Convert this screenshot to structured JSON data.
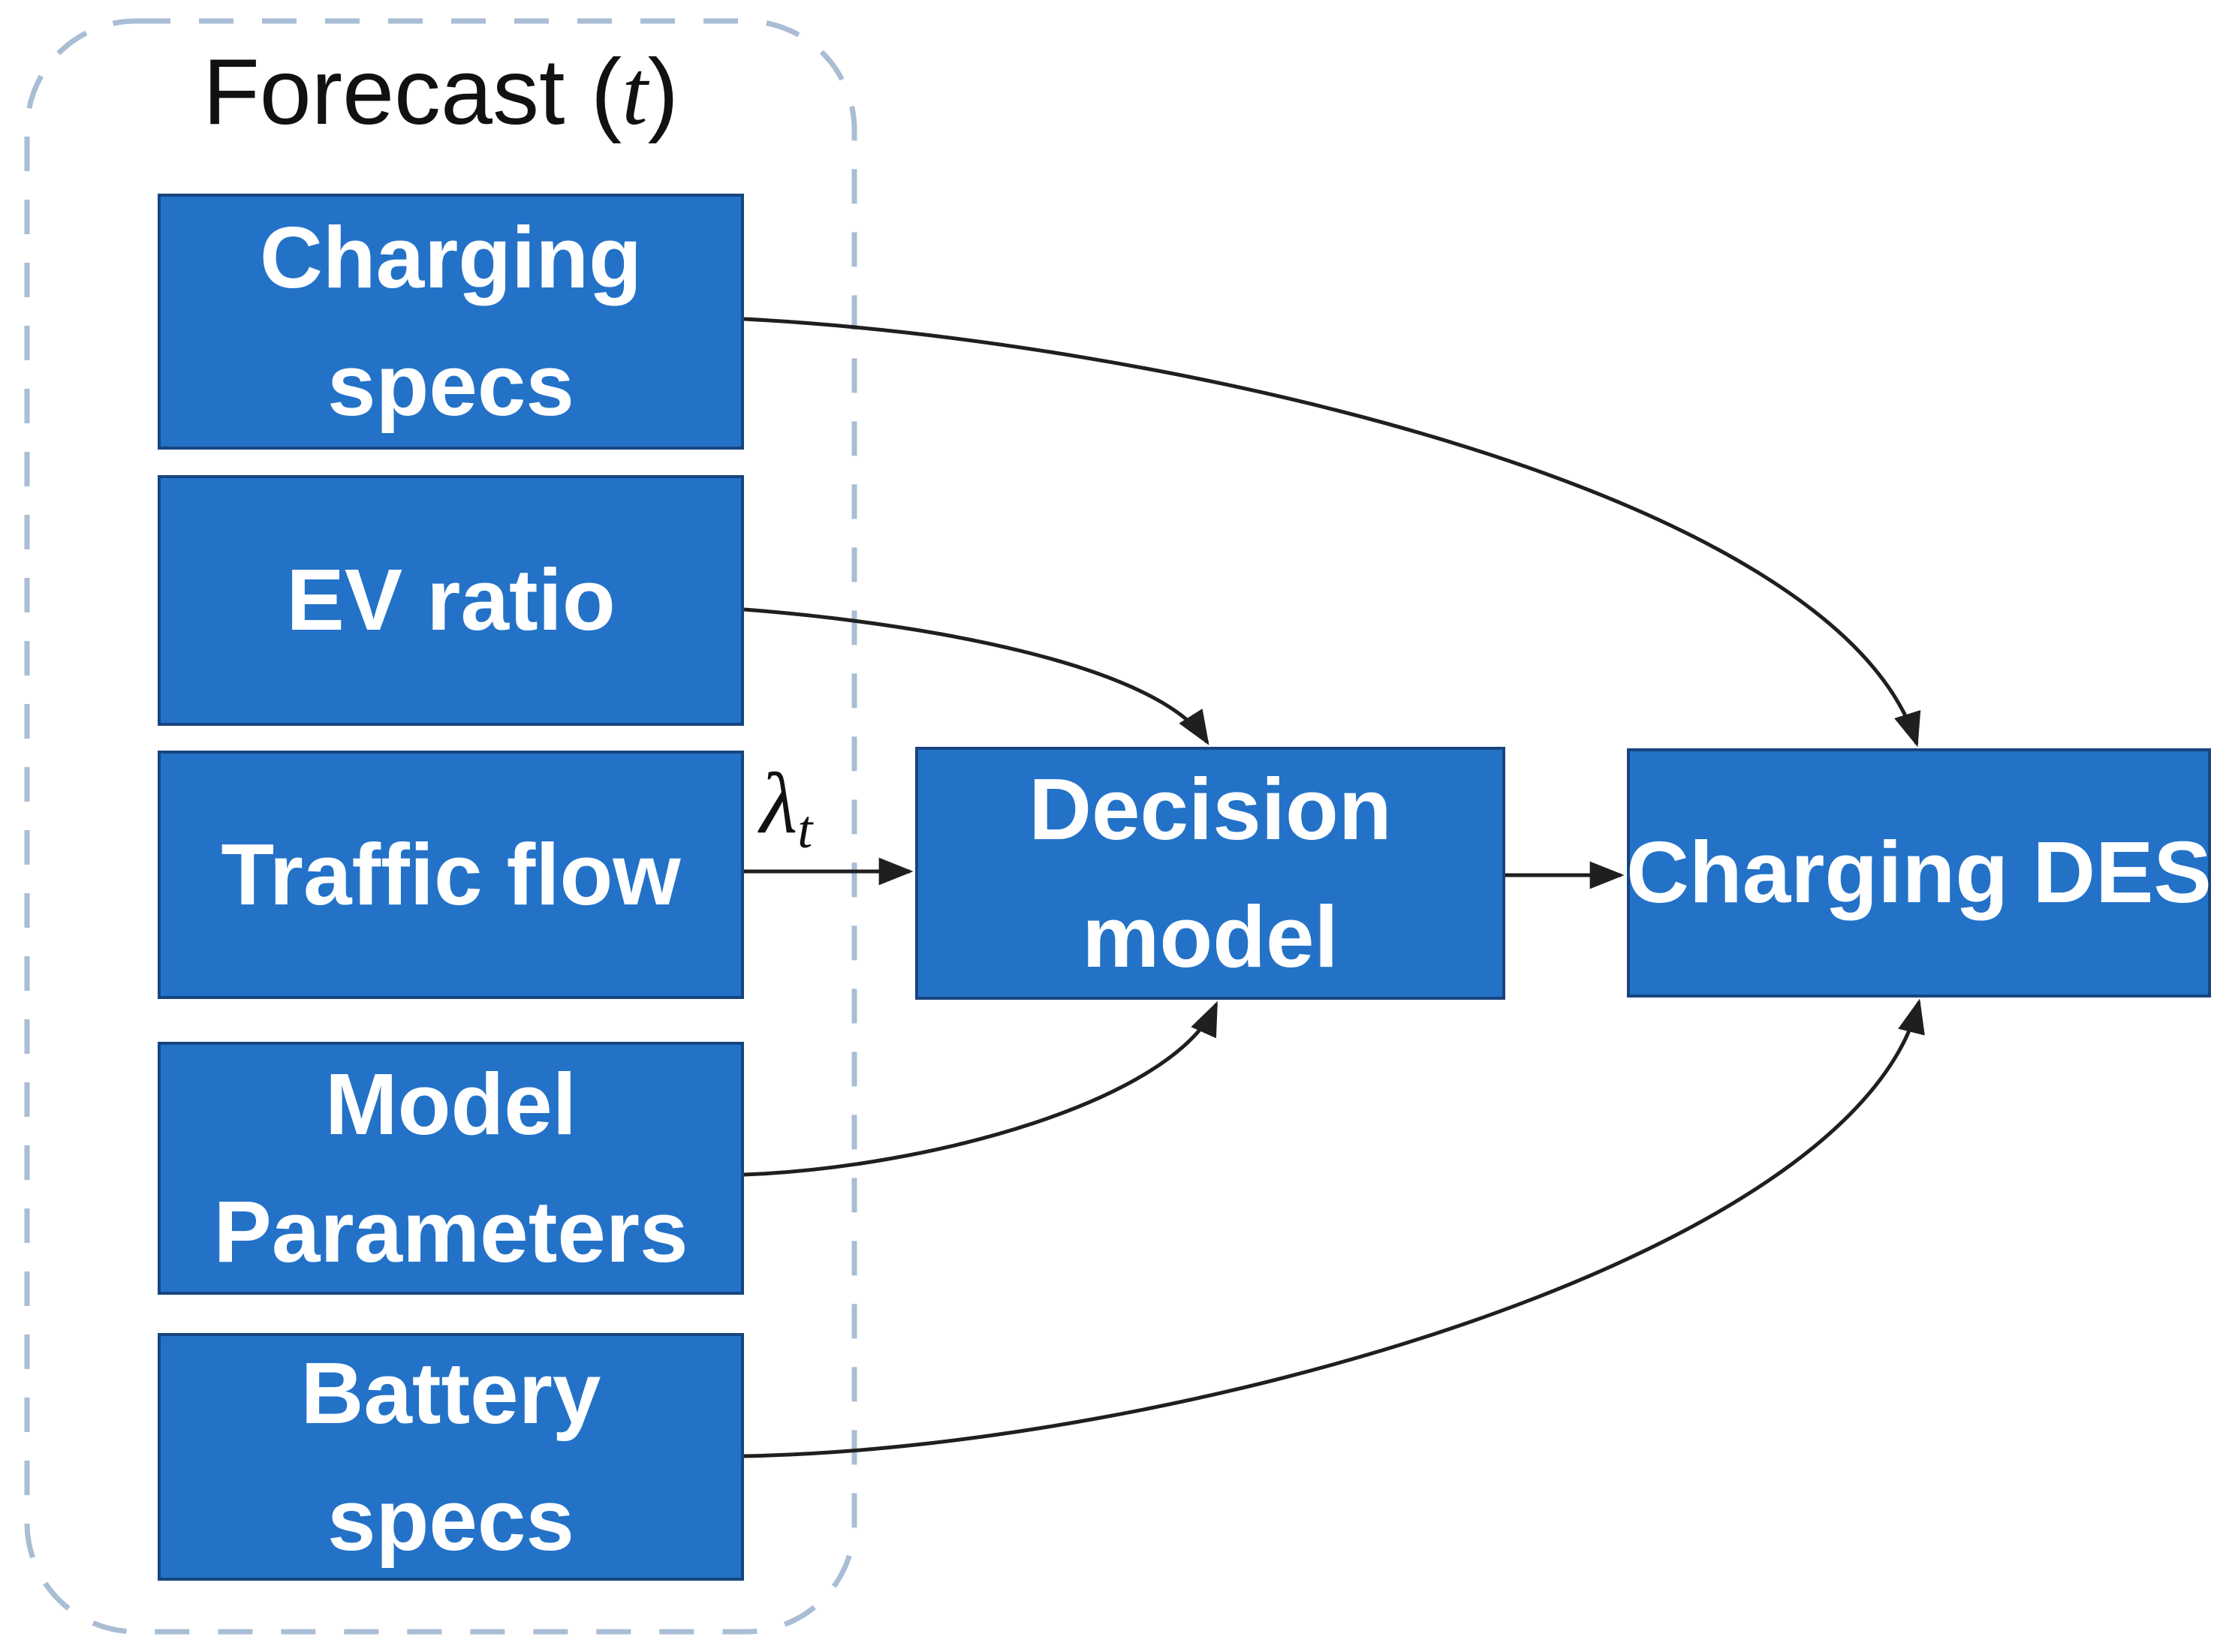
{
  "forecast_group": {
    "title_prefix": "Forecast (",
    "title_symbol": "t",
    "title_suffix": ")",
    "items": [
      {
        "id": "charging-specs",
        "lines": [
          "Charging",
          "specs"
        ]
      },
      {
        "id": "ev-ratio",
        "lines": [
          "EV ratio"
        ]
      },
      {
        "id": "traffic-flow",
        "lines": [
          "Traffic flow"
        ]
      },
      {
        "id": "model-parameters",
        "lines": [
          "Model",
          "Parameters"
        ]
      },
      {
        "id": "battery-specs",
        "lines": [
          "Battery",
          "specs"
        ]
      }
    ]
  },
  "nodes": {
    "decision_model": {
      "lines": [
        "Decision",
        "model"
      ]
    },
    "charging_des": {
      "lines": [
        "Charging DES"
      ]
    }
  },
  "edges": {
    "lambda_label": {
      "symbol": "λ",
      "subscript": "t"
    },
    "connections": [
      {
        "from": "Charging specs",
        "to": "Charging DES"
      },
      {
        "from": "EV ratio",
        "to": "Decision model"
      },
      {
        "from": "Traffic flow",
        "to": "Decision model",
        "label": "λt"
      },
      {
        "from": "Model Parameters",
        "to": "Decision model"
      },
      {
        "from": "Battery specs",
        "to": "Charging DES"
      },
      {
        "from": "Decision model",
        "to": "Charging DES"
      }
    ]
  },
  "colors": {
    "background": "#ffffff",
    "node-fill": "#2372c8",
    "node-border": "#17457f",
    "node-text": "#ffffff",
    "arrow": "#1f1f1f",
    "group-border": "#a9bdd4",
    "title-text": "#111111"
  }
}
